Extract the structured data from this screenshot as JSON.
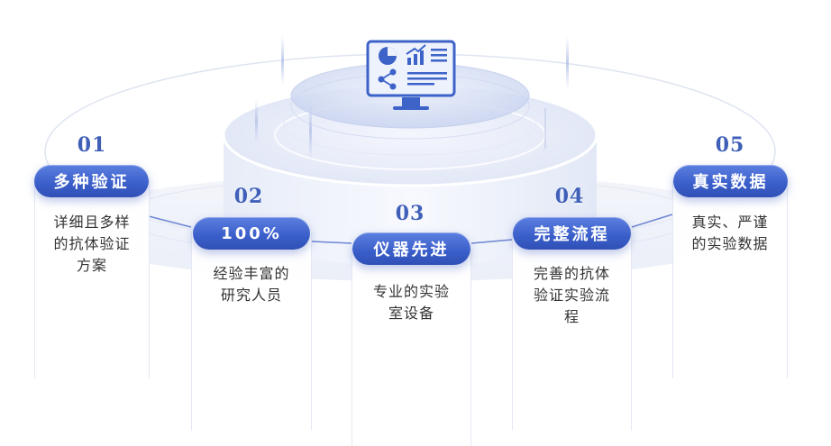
{
  "colors": {
    "pill_top": "#5c7fe0",
    "pill_bottom": "#2f50b6",
    "number": "#3f5fb8",
    "text": "#333333",
    "monitor_accent": "#3d63c9"
  },
  "steps": [
    {
      "number": "01",
      "title": "多种验证",
      "desc": [
        "详细且多样",
        "的抗体验证",
        "方案"
      ]
    },
    {
      "number": "02",
      "title": "100%",
      "desc": [
        "经验丰富的",
        "研究人员"
      ]
    },
    {
      "number": "03",
      "title": "仪器先进",
      "desc": [
        "专业的实验",
        "室设备"
      ]
    },
    {
      "number": "04",
      "title": "完整流程",
      "desc": [
        "完善的抗体",
        "验证实验流",
        "程"
      ]
    },
    {
      "number": "05",
      "title": "真实数据",
      "desc": [
        "真实、严谨",
        "的实验数据"
      ]
    }
  ],
  "icons": [
    "monitor-icon",
    "pie-chart-icon",
    "bar-trend-icon",
    "share-nodes-icon",
    "list-lines-icon"
  ]
}
